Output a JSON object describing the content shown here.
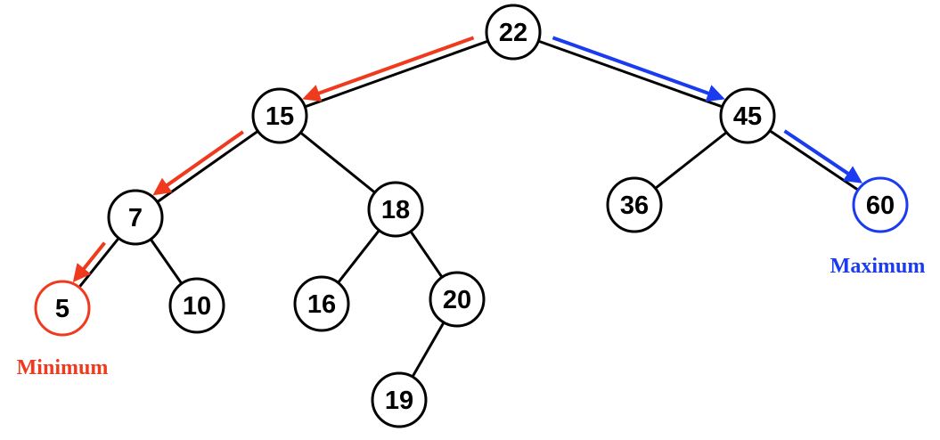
{
  "tree": {
    "nodes": [
      {
        "id": "n22",
        "label": "22"
      },
      {
        "id": "n15",
        "label": "15"
      },
      {
        "id": "n45",
        "label": "45"
      },
      {
        "id": "n7",
        "label": "7"
      },
      {
        "id": "n18",
        "label": "18"
      },
      {
        "id": "n36",
        "label": "36"
      },
      {
        "id": "n60",
        "label": "60"
      },
      {
        "id": "n5",
        "label": "5"
      },
      {
        "id": "n10",
        "label": "10"
      },
      {
        "id": "n16",
        "label": "16"
      },
      {
        "id": "n20",
        "label": "20"
      },
      {
        "id": "n19",
        "label": "19"
      }
    ],
    "edges": [
      [
        "n22",
        "n15"
      ],
      [
        "n22",
        "n45"
      ],
      [
        "n15",
        "n7"
      ],
      [
        "n15",
        "n18"
      ],
      [
        "n45",
        "n36"
      ],
      [
        "n45",
        "n60"
      ],
      [
        "n7",
        "n5"
      ],
      [
        "n7",
        "n10"
      ],
      [
        "n18",
        "n16"
      ],
      [
        "n18",
        "n20"
      ],
      [
        "n20",
        "n19"
      ]
    ],
    "min_path": [
      "n22",
      "n15",
      "n7",
      "n5"
    ],
    "max_path": [
      "n22",
      "n45",
      "n60"
    ]
  },
  "labels": {
    "minimum": "Minimum",
    "maximum": "Maximum"
  },
  "colors": {
    "node_stroke": "#000000",
    "node_fill": "#ffffff",
    "min_color": "#f03a1e",
    "max_color": "#1a3bf0"
  }
}
